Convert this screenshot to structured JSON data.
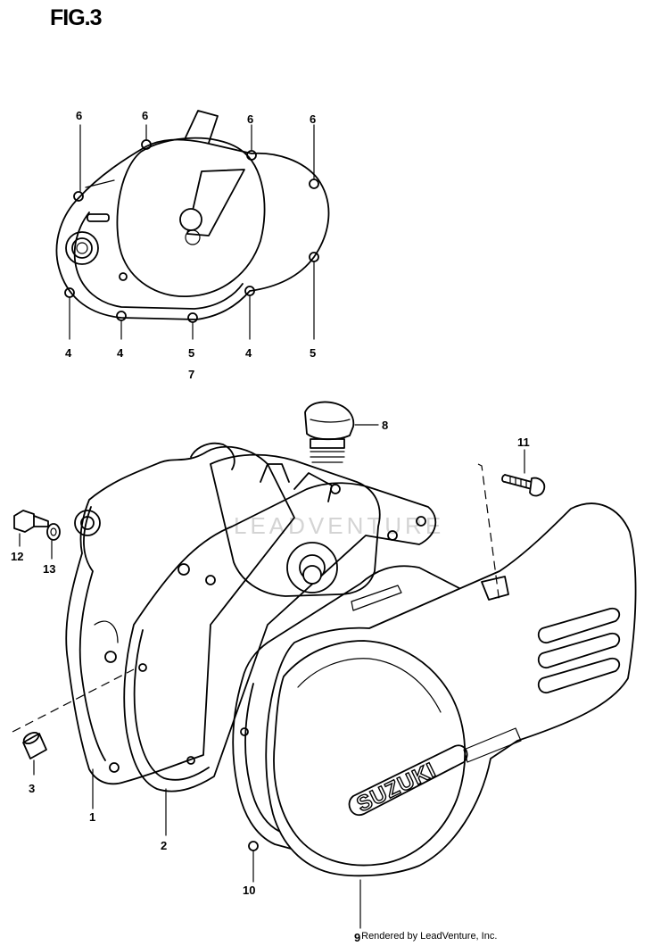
{
  "figure": {
    "title": "FIG.3"
  },
  "watermark": {
    "text": "LEADVENTURE"
  },
  "brand": {
    "text": "SUZUKI"
  },
  "footer": {
    "text": "Rendered by LeadVenture, Inc."
  },
  "callouts": {
    "c1": "1",
    "c2": "2",
    "c3": "3",
    "c4a": "4",
    "c4b": "4",
    "c4c": "4",
    "c5a": "5",
    "c5b": "5",
    "c6a": "6",
    "c6b": "6",
    "c6c": "6",
    "c6d": "6",
    "c7": "7",
    "c8": "8",
    "c9": "9",
    "c10": "10",
    "c11": "11",
    "c12": "12",
    "c13": "13"
  }
}
